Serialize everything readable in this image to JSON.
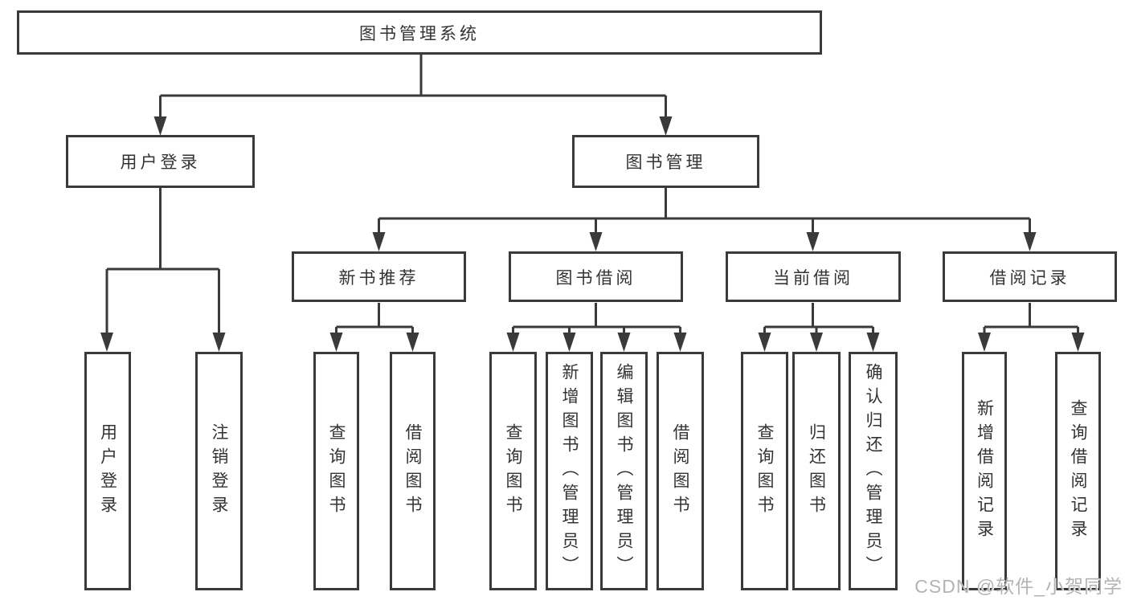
{
  "tree": {
    "label": "图书管理系统",
    "children": [
      {
        "label": "用户登录",
        "leaves": [
          {
            "label": "用户登录"
          },
          {
            "label": "注销登录"
          }
        ]
      },
      {
        "label": "图书管理",
        "children": [
          {
            "label": "新书推荐",
            "leaves": [
              {
                "label": "查询图书"
              },
              {
                "label": "借阅图书"
              }
            ]
          },
          {
            "label": "图书借阅",
            "leaves": [
              {
                "label": "查询图书"
              },
              {
                "label": "新增图书（管理员）"
              },
              {
                "label": "编辑图书（管理员）"
              },
              {
                "label": "借阅图书"
              }
            ]
          },
          {
            "label": "当前借阅",
            "leaves": [
              {
                "label": "查询图书"
              },
              {
                "label": "归还图书"
              },
              {
                "label": "确认归还（管理员）"
              }
            ]
          },
          {
            "label": "借阅记录",
            "leaves": [
              {
                "label": "新增借阅记录"
              },
              {
                "label": "查询借阅记录"
              }
            ]
          }
        ]
      }
    ]
  },
  "watermark": "CSDN @软件_小贺同学",
  "colors": {
    "background": "#ffffff",
    "line": "#3a3a3a",
    "box_border": "#3a3a3a",
    "text": "#333333",
    "watermark_text": "#b3b3b3"
  }
}
